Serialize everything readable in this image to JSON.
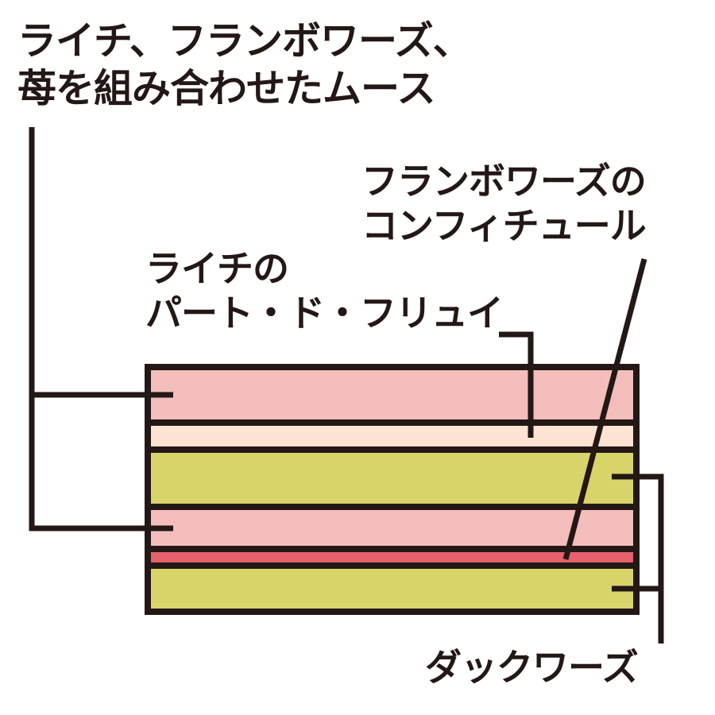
{
  "labels": {
    "mousse": {
      "line1": "ライチ、フランボワーズ、",
      "line2": "苺を組み合わせたムース"
    },
    "confiture": {
      "line1": "フランボワーズの",
      "line2": "コンフィチュール"
    },
    "pate_de_fruits": {
      "line1": "ライチの",
      "line2": "パート・ド・フリュイ"
    },
    "dacquoise": "ダックワーズ"
  },
  "colors": {
    "outline": "#231815",
    "mousse": "#f2bdbb",
    "pate_de_fruits": "#fde3d2",
    "dacquoise": "#d9d46a",
    "confiture": "#e5616b",
    "background": "#ffffff"
  }
}
